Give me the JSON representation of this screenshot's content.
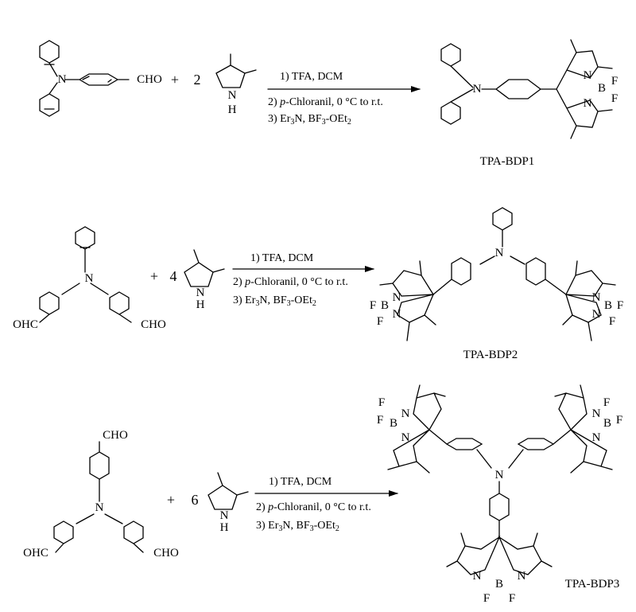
{
  "reactions": [
    {
      "aldehyde_group": "CHO",
      "plus": "+",
      "equivalents": "2",
      "pyrrole_nh": "N",
      "pyrrole_h": "H",
      "conditions": {
        "step1": "1) TFA, DCM",
        "step2_prefix": "2) ",
        "step2_italic": "p",
        "step2_rest": "-Chloranil, 0 °C to r.t.",
        "step3_prefix": "3) Er",
        "step3_sub1": "3",
        "step3_mid": "N, BF",
        "step3_sub2": "3",
        "step3_rest": "-OEt",
        "step3_sub3": "2"
      },
      "product": "TPA-BDP1"
    },
    {
      "aldehyde_group": "CHO",
      "aldehyde_group_left": "OHC",
      "plus": "+",
      "equivalents": "4",
      "pyrrole_nh": "N",
      "pyrrole_h": "H",
      "conditions": {
        "step1": "1) TFA, DCM",
        "step2_prefix": "2) ",
        "step2_italic": "p",
        "step2_rest": "-Chloranil, 0 °C to r.t.",
        "step3_prefix": "3) Er",
        "step3_sub1": "3",
        "step3_mid": "N, BF",
        "step3_sub2": "3",
        "step3_rest": "-OEt",
        "step3_sub3": "2"
      },
      "product": "TPA-BDP2"
    },
    {
      "aldehyde_group": "CHO",
      "aldehyde_group_left": "OHC",
      "aldehyde_group_top": "CHO",
      "plus": "+",
      "equivalents": "6",
      "pyrrole_nh": "N",
      "pyrrole_h": "H",
      "conditions": {
        "step1": "1) TFA, DCM",
        "step2_prefix": "2) ",
        "step2_italic": "p",
        "step2_rest": "-Chloranil, 0 °C to r.t.",
        "step3_prefix": "3) Er",
        "step3_sub1": "3",
        "step3_mid": "N, BF",
        "step3_sub2": "3",
        "step3_rest": "-OEt",
        "step3_sub3": "2"
      },
      "product": "TPA-BDP3"
    }
  ],
  "atoms": {
    "nitrogen": "N",
    "boron": "B",
    "fluorine": "F"
  },
  "colors": {
    "ink": "#000000",
    "background": "#ffffff"
  }
}
